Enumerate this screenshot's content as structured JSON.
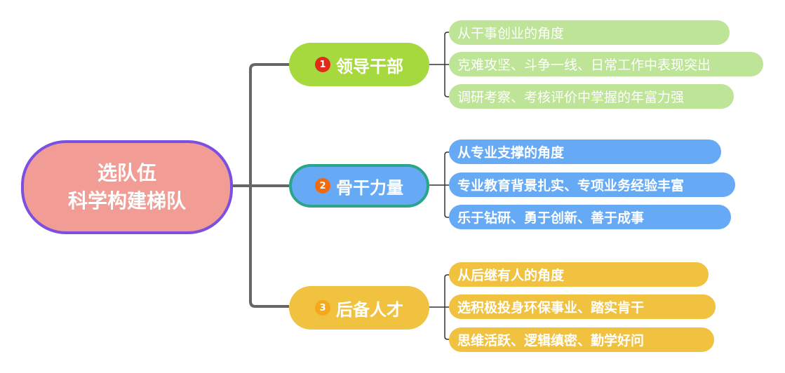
{
  "root": {
    "line1": "选队伍",
    "line2": "科学构建梯队"
  },
  "branches": [
    {
      "num": "1",
      "label": "领导干部",
      "leaves": [
        "从干事创业的角度",
        "克难攻坚、斗争一线、日常工作中表现突出",
        "调研考察、考核评价中掌握的年富力强"
      ]
    },
    {
      "num": "2",
      "label": "骨干力量",
      "leaves": [
        "从专业支撑的角度",
        "专业教育背景扎实、专项业务经验丰富",
        "乐于钻研、勇于创新、善于成事"
      ]
    },
    {
      "num": "3",
      "label": "后备人才",
      "leaves": [
        "从后继有人的角度",
        "选积极投身环保事业、踏实肯干",
        "思维活跃、逻辑缜密、勤学好问"
      ]
    }
  ],
  "colors": {
    "root": "#f19c94",
    "root_border": "#7b4fe0",
    "green": "#a6d93e",
    "blue": "#66aaf6",
    "yellow": "#f0c23f"
  }
}
